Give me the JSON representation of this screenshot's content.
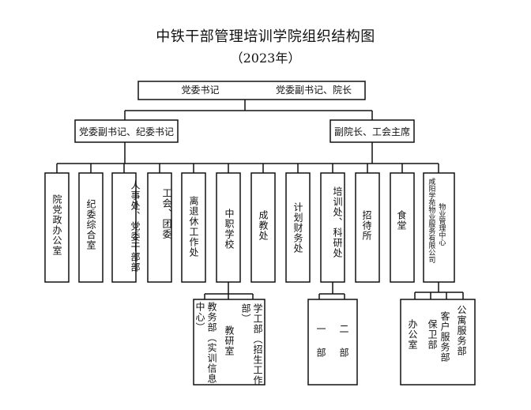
{
  "title": "中铁干部管理培训学院组织结构图",
  "subtitle": "（2023年）",
  "top": {
    "left": "党委书记",
    "right": "党委副书记、院长"
  },
  "level2": {
    "left": "党委副书记、纪委书记",
    "right": "副院长、工会主席"
  },
  "departments": [
    "院党政办公室",
    "纪委综合室",
    "人事处、党委干部部",
    "工会、团委",
    "离退休工作处",
    "中职学校",
    "成教处",
    "计划财务处",
    "培训处、科研处",
    "招待所",
    "食堂",
    "咸阳学苑物业服务有限公司",
    "物业管理中心"
  ],
  "sub_zhongzhi": [
    "教务部（实训信息中心）",
    "教研室",
    "学工部（招生工作部）"
  ],
  "sub_peixun": [
    "一部",
    "二部"
  ],
  "sub_wuye": [
    "办公室",
    "保卫部",
    "客户服务部",
    "公寓服务部"
  ]
}
